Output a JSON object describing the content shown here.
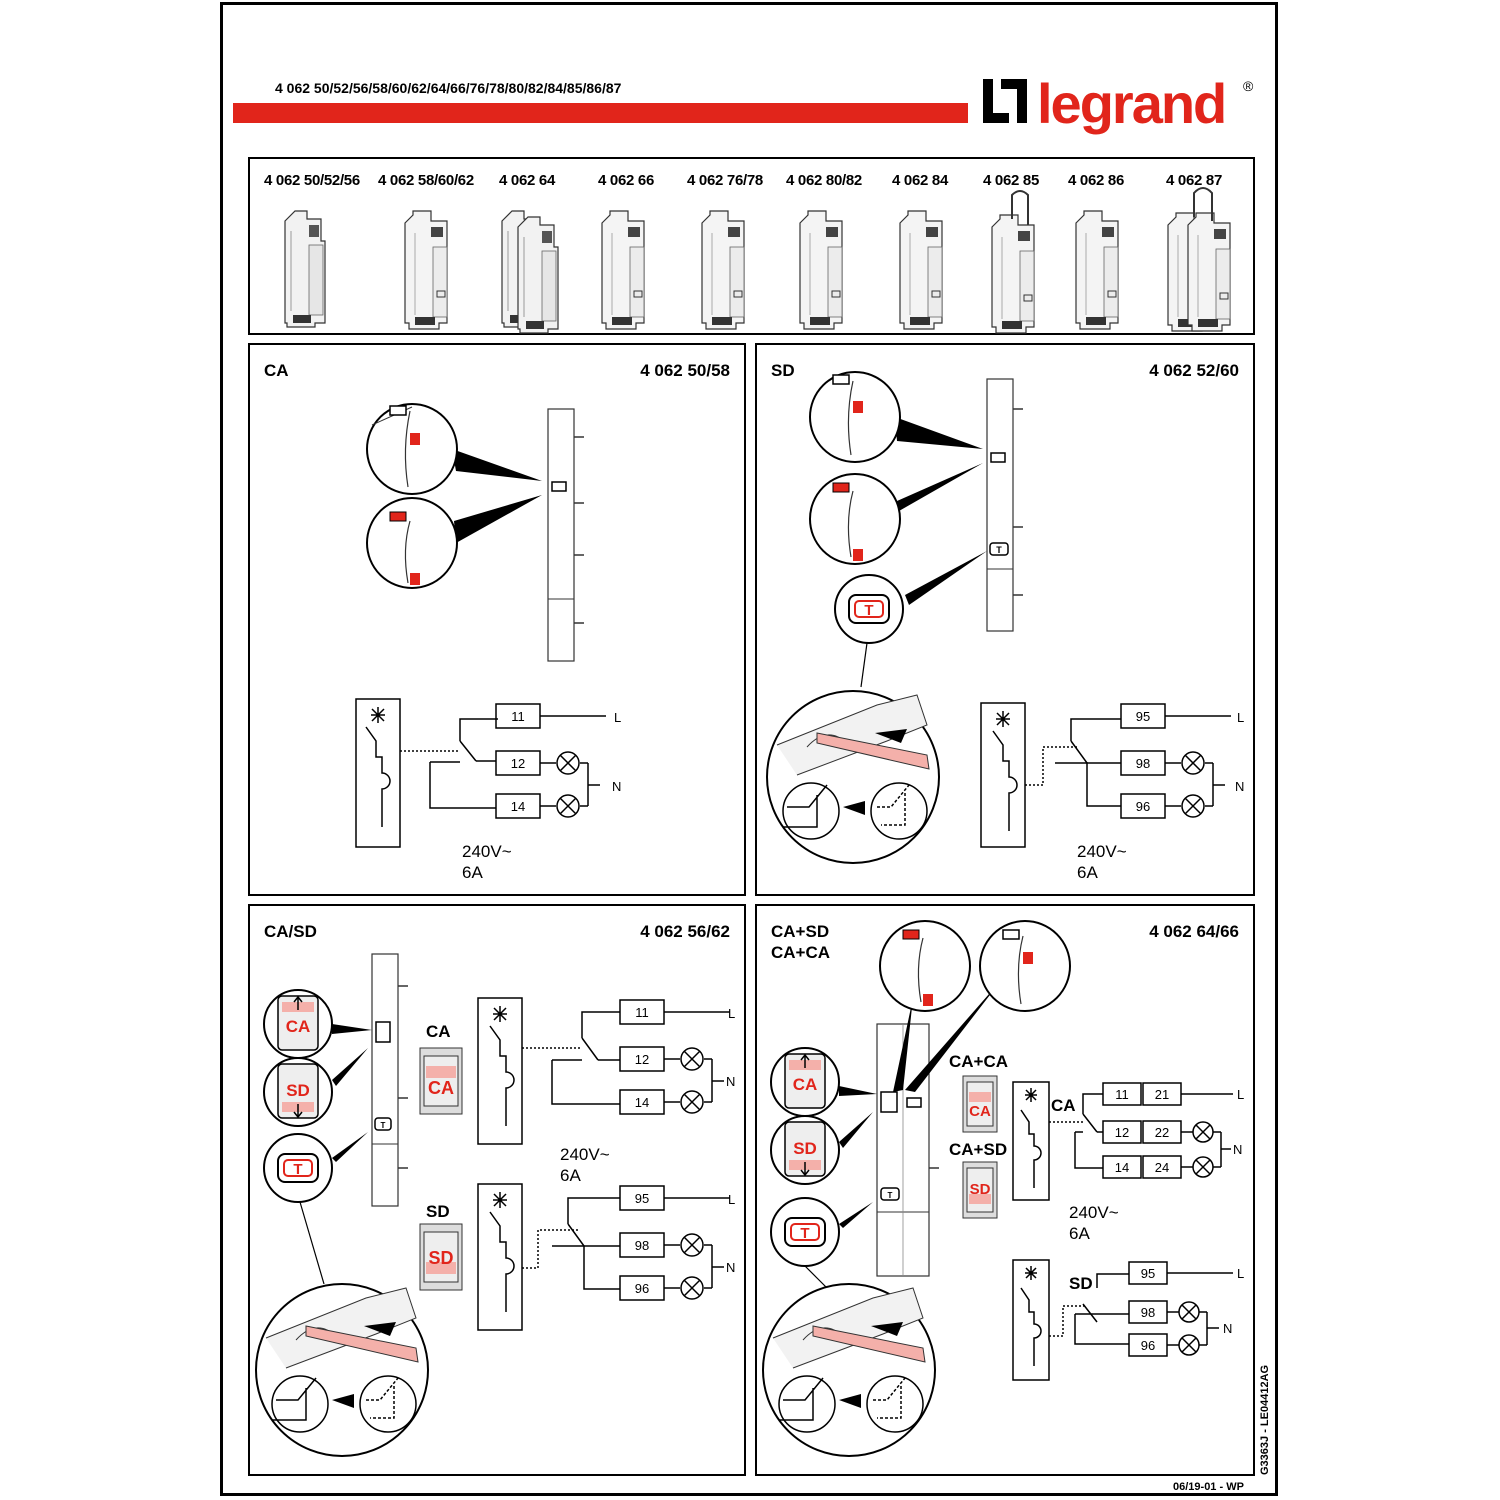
{
  "header": {
    "reference_list": "4 062 50/52/56/58/60/62/64/66/76/78/80/82/84/85/86/87",
    "brand": "legrand",
    "registered": "®",
    "brand_color": "#e1251b"
  },
  "products": [
    "4 062 50/52/56",
    "4 062 58/60/62",
    "4 062 64",
    "4 062 66",
    "4 062 76/78",
    "4 062 80/82",
    "4 062 84",
    "4 062 85",
    "4 062 86",
    "4 062 87"
  ],
  "panels": {
    "ca": {
      "title": "CA",
      "ref": "4 062 50/58",
      "terminals": [
        "11",
        "12",
        "14"
      ],
      "line": "L",
      "neutral": "N",
      "rating_v": "240V~",
      "rating_a": "6A"
    },
    "sd": {
      "title": "SD",
      "ref": "4 062 52/60",
      "test_symbol": "T",
      "terminals": [
        "95",
        "98",
        "96"
      ],
      "line": "L",
      "neutral": "N",
      "rating_v": "240V~",
      "rating_a": "6A"
    },
    "casd": {
      "title": "CA/SD",
      "ref": "4 062 56/62",
      "ca_label": "CA",
      "sd_label": "SD",
      "test_symbol": "T",
      "ca_terminals": [
        "11",
        "12",
        "14"
      ],
      "sd_terminals": [
        "95",
        "98",
        "96"
      ],
      "line": "L",
      "neutral": "N",
      "rating_v": "240V~",
      "rating_a": "6A"
    },
    "combo": {
      "title_1": "CA+SD",
      "title_2": "CA+CA",
      "ref": "4 062 64/66",
      "caca_label": "CA+CA",
      "casd_label": "CA+SD",
      "ca_label": "CA",
      "sd_label": "SD",
      "test_symbol": "T",
      "ca_terminals_a": [
        "11",
        "12",
        "14"
      ],
      "ca_terminals_b": [
        "21",
        "22",
        "24"
      ],
      "sd_terminals": [
        "95",
        "98",
        "96"
      ],
      "line": "L",
      "neutral": "N",
      "rating_v": "240V~",
      "rating_a": "6A"
    }
  },
  "footer": {
    "side_code": "G3363J - LE04412AG",
    "date": "06/19-01 - WP"
  }
}
